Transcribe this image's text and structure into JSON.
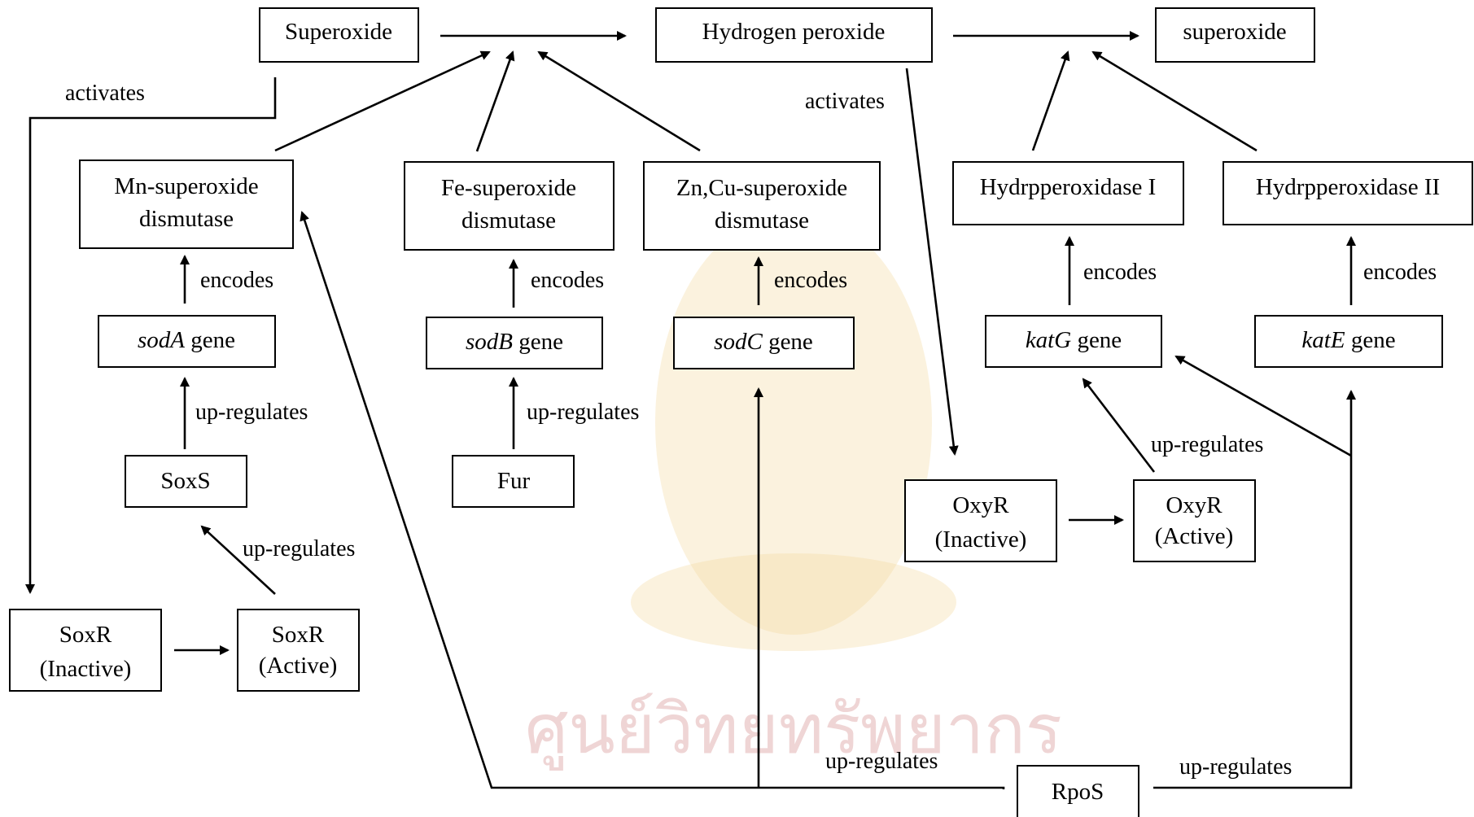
{
  "colors": {
    "stroke": "#000000",
    "background": "#ffffff",
    "watermark_gold": "#f3d9a0",
    "watermark_red": "#e2b3b3"
  },
  "watermark": {
    "text": "ศูนย์วิทยทรัพยากร"
  },
  "nodes": {
    "superoxide_top": {
      "lines": [
        "Superoxide"
      ]
    },
    "hydrogen_peroxide": {
      "lines": [
        "Hydrogen peroxide"
      ]
    },
    "superoxide_right": {
      "lines": [
        "superoxide"
      ]
    },
    "mn_sod": {
      "lines": [
        "Mn-superoxide",
        "dismutase"
      ]
    },
    "fe_sod": {
      "lines": [
        "Fe-superoxide",
        "dismutase"
      ]
    },
    "zncu_sod": {
      "lines": [
        "Zn,Cu-superoxide",
        "dismutase"
      ]
    },
    "hpi": {
      "lines": [
        "Hydrpperoxidase I"
      ]
    },
    "hpii": {
      "lines": [
        "Hydrpperoxidase II"
      ]
    },
    "sodA": {
      "gene": "sodA",
      "suffix": " gene"
    },
    "sodB": {
      "gene": "sodB",
      "suffix": " gene"
    },
    "sodC": {
      "gene": "sodC",
      "suffix": " gene"
    },
    "katG": {
      "gene": "katG",
      "suffix": " gene"
    },
    "katE": {
      "gene": "katE",
      "suffix": " gene"
    },
    "soxS": {
      "lines": [
        "SoxS"
      ]
    },
    "fur": {
      "lines": [
        "Fur"
      ]
    },
    "soxR_inactive": {
      "lines": [
        "SoxR",
        "(Inactive)"
      ]
    },
    "soxR_active": {
      "lines": [
        "SoxR",
        "(Active)"
      ]
    },
    "oxyR_inactive": {
      "lines": [
        "OxyR",
        "(Inactive)"
      ]
    },
    "oxyR_active": {
      "lines": [
        "OxyR",
        "(Active)"
      ]
    },
    "rpoS": {
      "lines": [
        "RpoS"
      ]
    }
  },
  "edge_labels": {
    "activates_left": "activates",
    "activates_mid": "activates",
    "encodes_sodA": "encodes",
    "encodes_sodB": "encodes",
    "encodes_sodC": "encodes",
    "encodes_katG": "encodes",
    "encodes_katE": "encodes",
    "upreg_soxS": "up-regulates",
    "upreg_fur": "up-regulates",
    "upreg_soxR": "up-regulates",
    "upreg_oxyR": "up-regulates",
    "upreg_rpoS_left": "up-regulates",
    "upreg_rpoS_right": "up-regulates"
  }
}
